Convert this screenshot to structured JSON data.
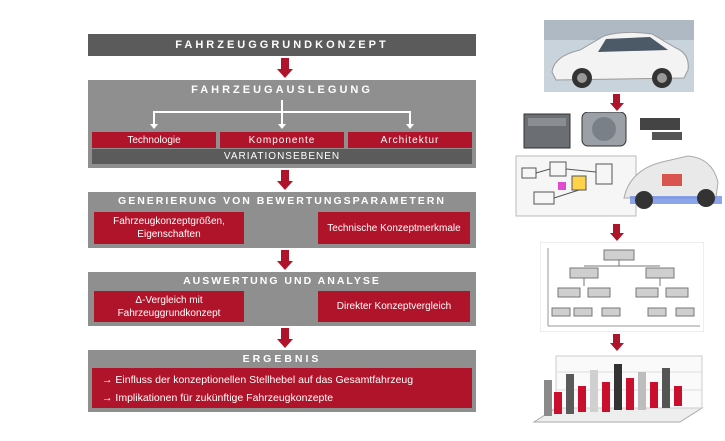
{
  "diagram": {
    "header": "FAHRZEUGGRUNDKONZEPT",
    "auslegung": {
      "title": "FAHRZEUGAUSLEGUNG",
      "items": [
        "Technologie",
        "Komponente",
        "Architektur"
      ],
      "footer": "VARIATIONSEBENEN"
    },
    "generierung": {
      "title": "GENERIERUNG VON BEWERTUNGSPARAMETERN",
      "left": "Fahrzeugkonzeptgrößen, Eigenschaften",
      "right": "Technische Konzeptmerkmale"
    },
    "auswertung": {
      "title": "AUSWERTUNG UND ANALYSE",
      "left": "Δ-Vergleich mit Fahrzeuggrundkonzept",
      "right": "Direkter Konzeptvergleich"
    },
    "ergebnis": {
      "title": "ERGEBNIS",
      "line1": "→ Einfluss der konzeptionellen Stellhebel auf das Gesamtfahrzeug",
      "line2": "→ Implikationen für zukünftige Fahrzeugkonzepte"
    }
  },
  "colors": {
    "accent": "#b0142a",
    "dark": "#5b5b5b",
    "panel": "#8f8f8f"
  }
}
